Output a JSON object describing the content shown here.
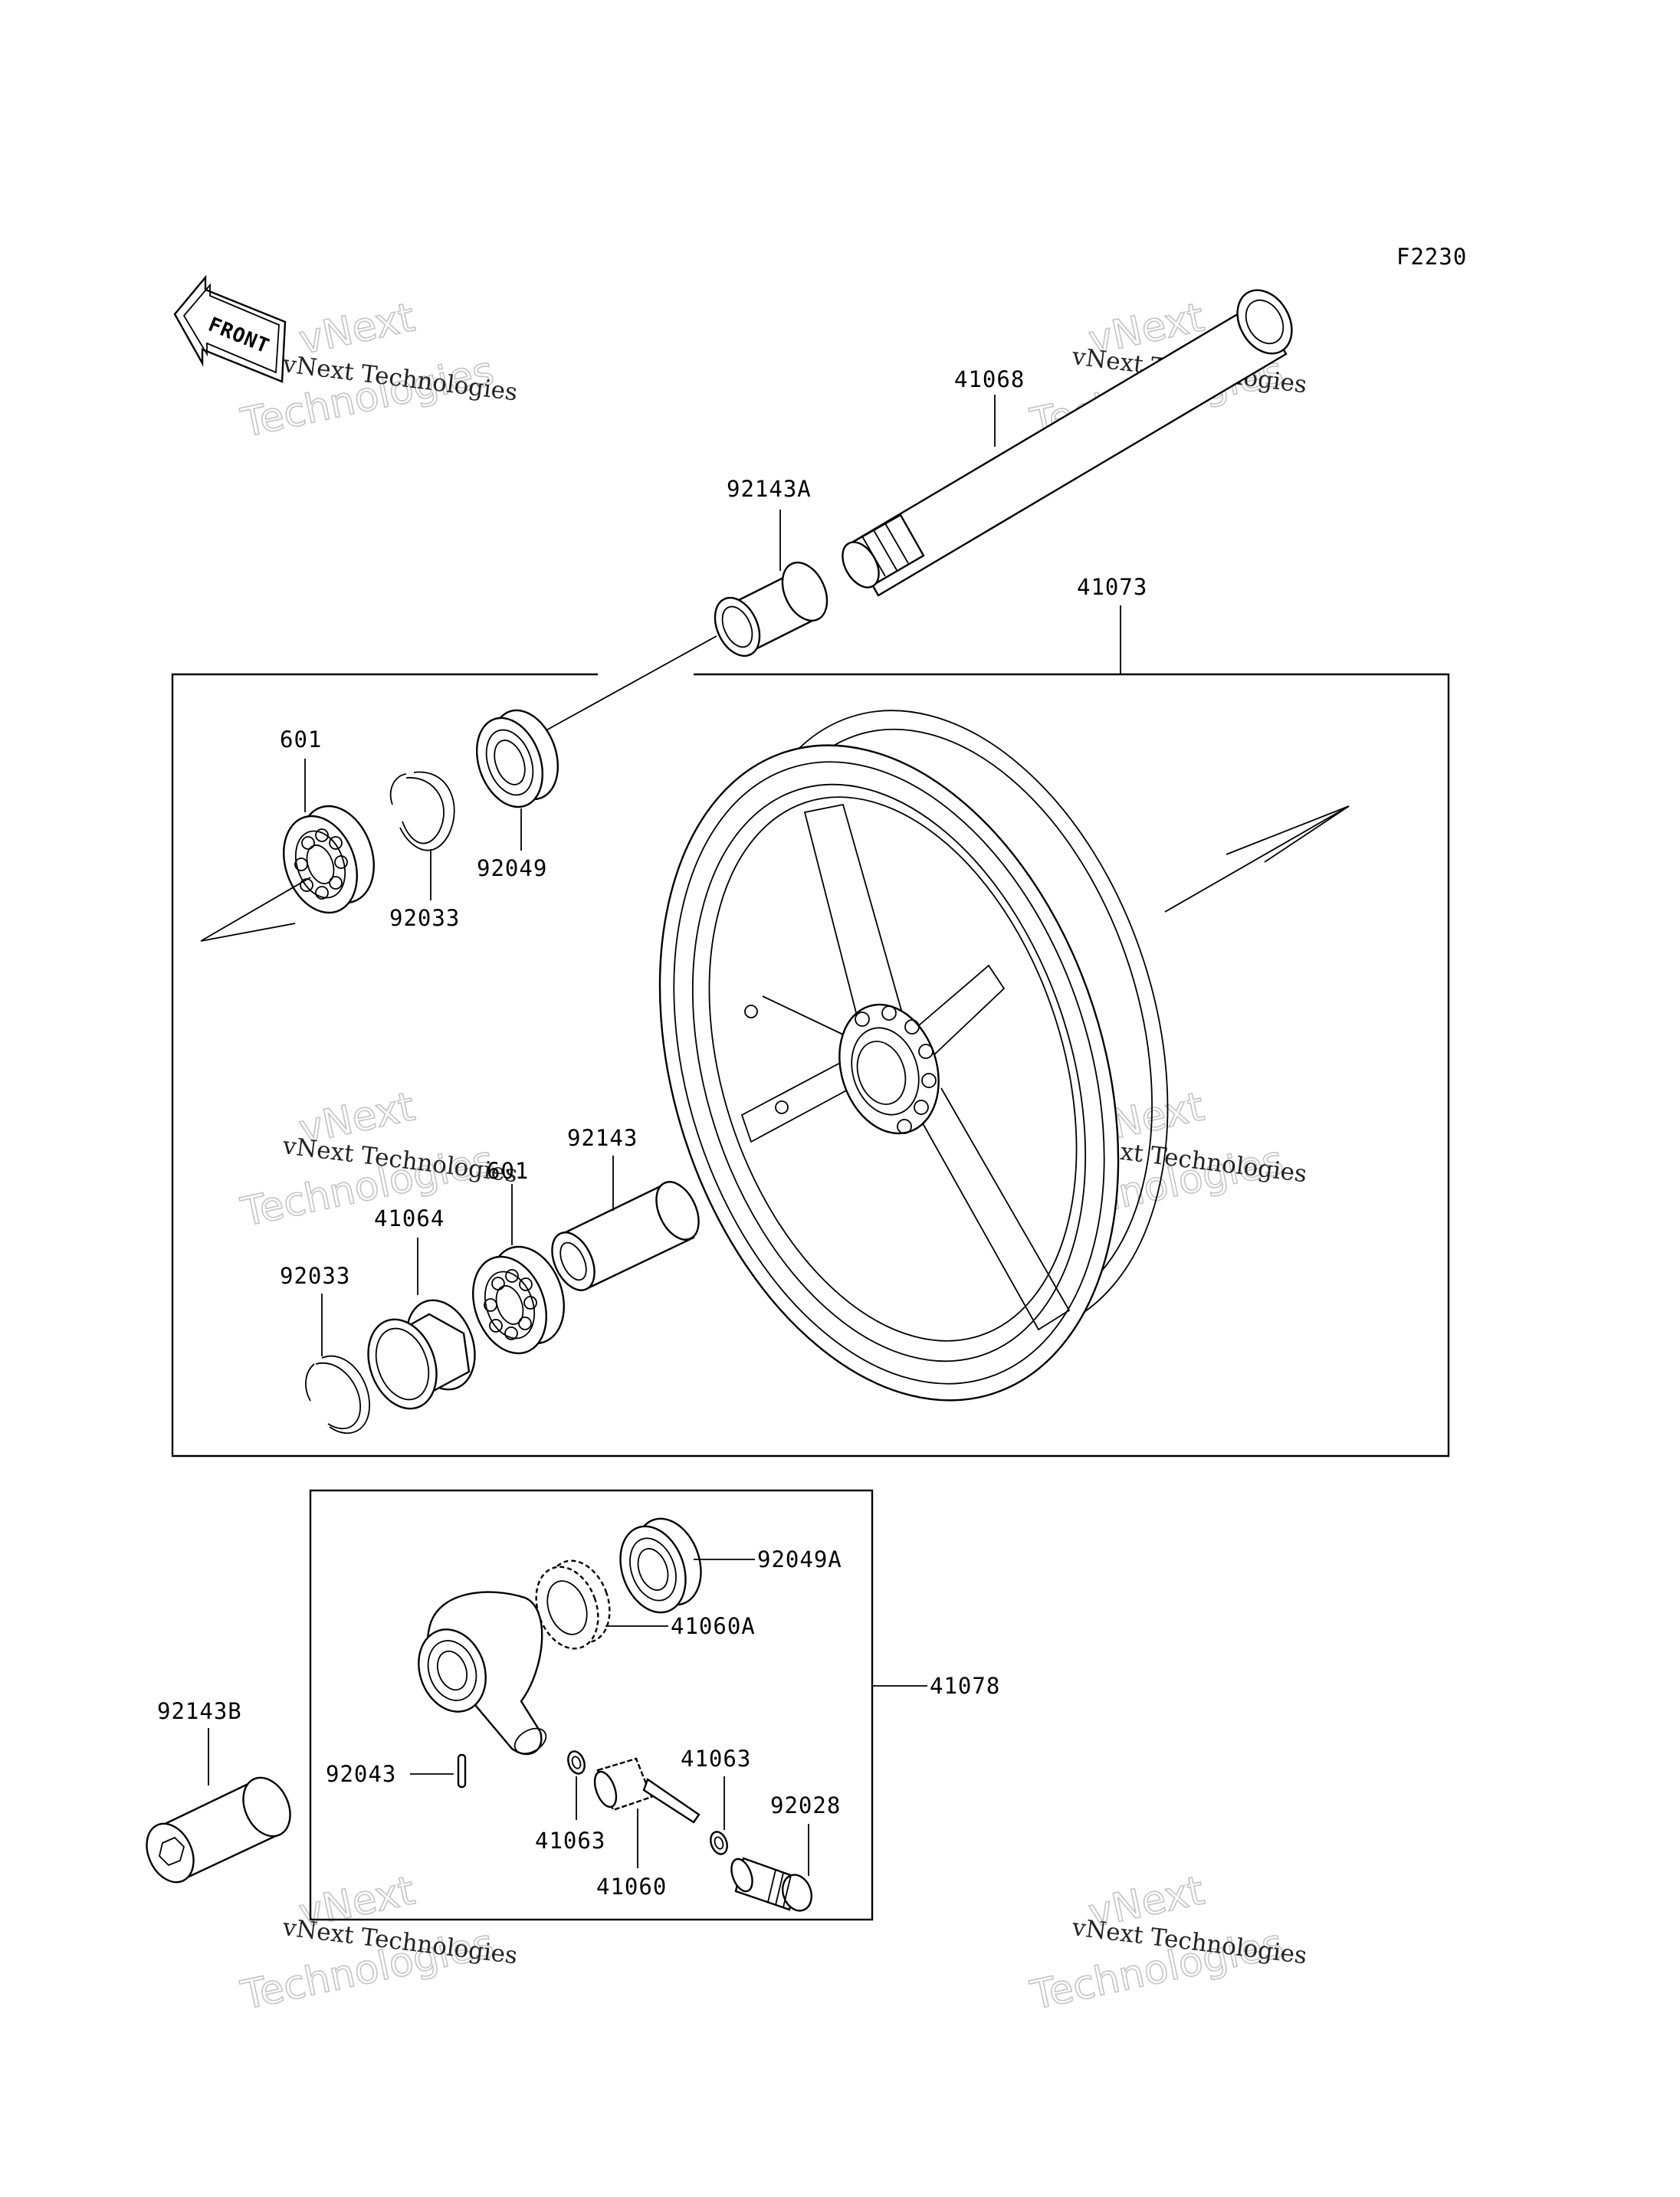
{
  "figure_code": "F2230",
  "front_arrow": "FRONT",
  "watermark": {
    "line1": "vNext Technologies",
    "line2": "vNext",
    "line3": "Technologies"
  },
  "parts": {
    "p41068": "41068",
    "p92143A": "92143A",
    "p41073": "41073",
    "p601_top": "601",
    "p92033_top": "92033",
    "p92049": "92049",
    "p92143": "92143",
    "p601_bottom": "601",
    "p41064": "41064",
    "p92033_bottom": "92033",
    "p92049A": "92049A",
    "p41060A": "41060A",
    "p41078": "41078",
    "p92143B": "92143B",
    "p92043": "92043",
    "p41063_right": "41063",
    "p92028": "92028",
    "p41063_left": "41063",
    "p41060": "41060"
  }
}
